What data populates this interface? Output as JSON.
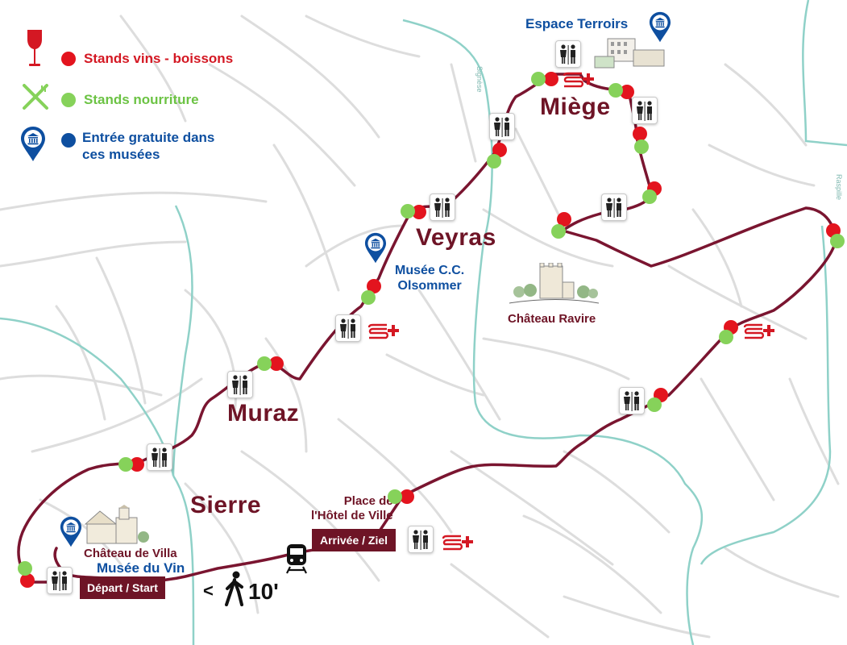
{
  "legend": {
    "wine_label": "Stands vins - boissons",
    "food_label": "Stands nourriture",
    "museum_label_line1": "Entrée gratuite dans",
    "museum_label_line2": "ces musées",
    "wine_icon": "wine-glass-icon",
    "food_icon": "fork-knife-icon",
    "museum_icon": "museum-pin-icon"
  },
  "colors": {
    "route": "#7a1530",
    "wine_dot": "#e3141e",
    "food_dot": "#86d25a",
    "museum_blue": "#0e4fa0",
    "river": "#8fd1c8",
    "streets": "#dcdcdc",
    "maroon_text": "#6e1426"
  },
  "places": {
    "espace_terroirs": "Espace Terroirs",
    "miege": "Miège",
    "veyras": "Veyras",
    "musee_cc_line1": "Musée C.C.",
    "musee_cc_line2": "Olsommer",
    "chateau_ravire": "Château Ravire",
    "muraz": "Muraz",
    "sierre": "Sierre",
    "place_hotel_line1": "Place de",
    "place_hotel_line2": "l'Hôtel de Ville",
    "chateau_villa": "Château de Villa",
    "musee_vin": "Musée du Vin"
  },
  "badges": {
    "arrivee": "Arrivée / Ziel",
    "depart": "Départ / Start"
  },
  "walk": {
    "prefix": "<",
    "minutes": "10'"
  },
  "streams": {
    "signese": "Signèse",
    "raspille": "Raspille"
  },
  "icons": {
    "toilet": "toilet-icon",
    "first_aid": "samaritains-first-aid-icon",
    "train": "train-icon",
    "walker": "walking-person-icon"
  }
}
